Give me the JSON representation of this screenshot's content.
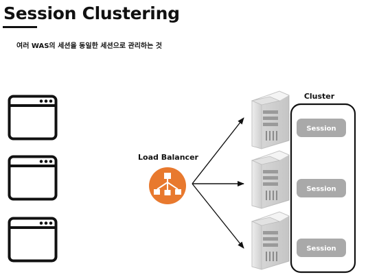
{
  "title": "Session Clustering",
  "subtitle": "여러 WAS의 세션을 동일한 세션으로 관리하는 것",
  "load_balancer": {
    "label": "Load Balancer",
    "icon": "load-balancer-icon"
  },
  "cluster": {
    "label": "Cluster",
    "sessions": [
      "Session",
      "Session",
      "Session"
    ]
  },
  "clients": [
    {
      "icon": "browser-window-icon"
    },
    {
      "icon": "browser-window-icon"
    },
    {
      "icon": "browser-window-icon"
    }
  ],
  "servers": [
    {
      "icon": "server-icon"
    },
    {
      "icon": "server-icon"
    },
    {
      "icon": "server-icon"
    }
  ],
  "colors": {
    "load_balancer": "#e8792e",
    "session_box": "#a9a9a9",
    "server_body": "#d9d9d9",
    "outline": "#111111"
  }
}
